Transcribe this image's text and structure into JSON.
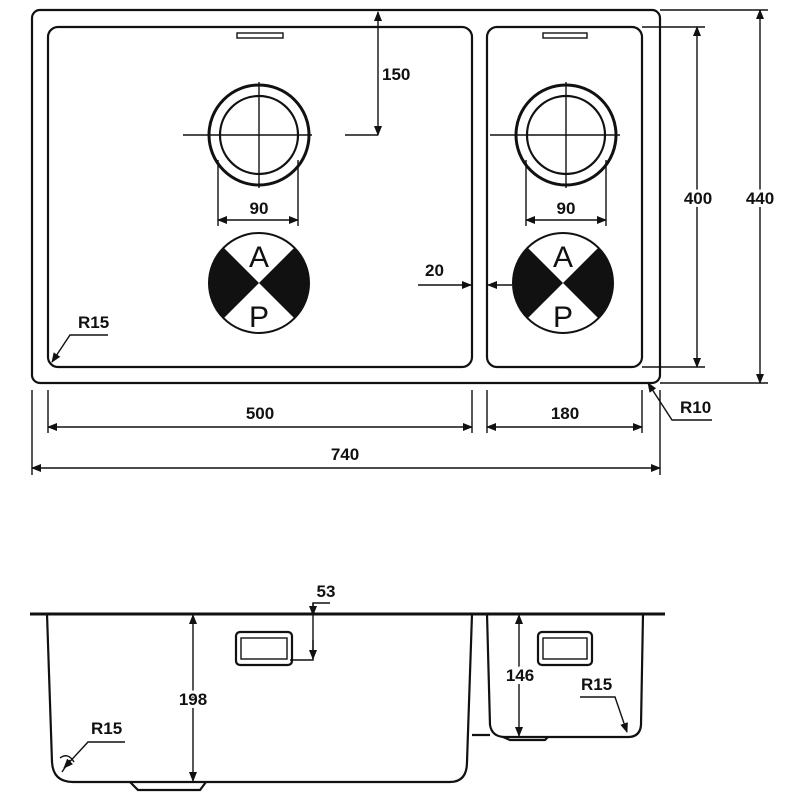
{
  "top_view": {
    "dims": {
      "waste_offset": "150",
      "waste_left": "90",
      "waste_right": "90",
      "bowl_gap": "20",
      "corner_left": "R15",
      "inner_height": "400",
      "outer_height": "440",
      "corner_right": "R10",
      "left_bowl_width": "500",
      "right_bowl_width": "180",
      "overall_width": "740"
    },
    "symbol_labels": {
      "top": "A",
      "bottom": "P"
    }
  },
  "side_view": {
    "dims": {
      "overflow_depth": "53",
      "left_depth": "198",
      "right_depth": "146",
      "corner_left": "R15",
      "corner_right": "R15"
    }
  }
}
